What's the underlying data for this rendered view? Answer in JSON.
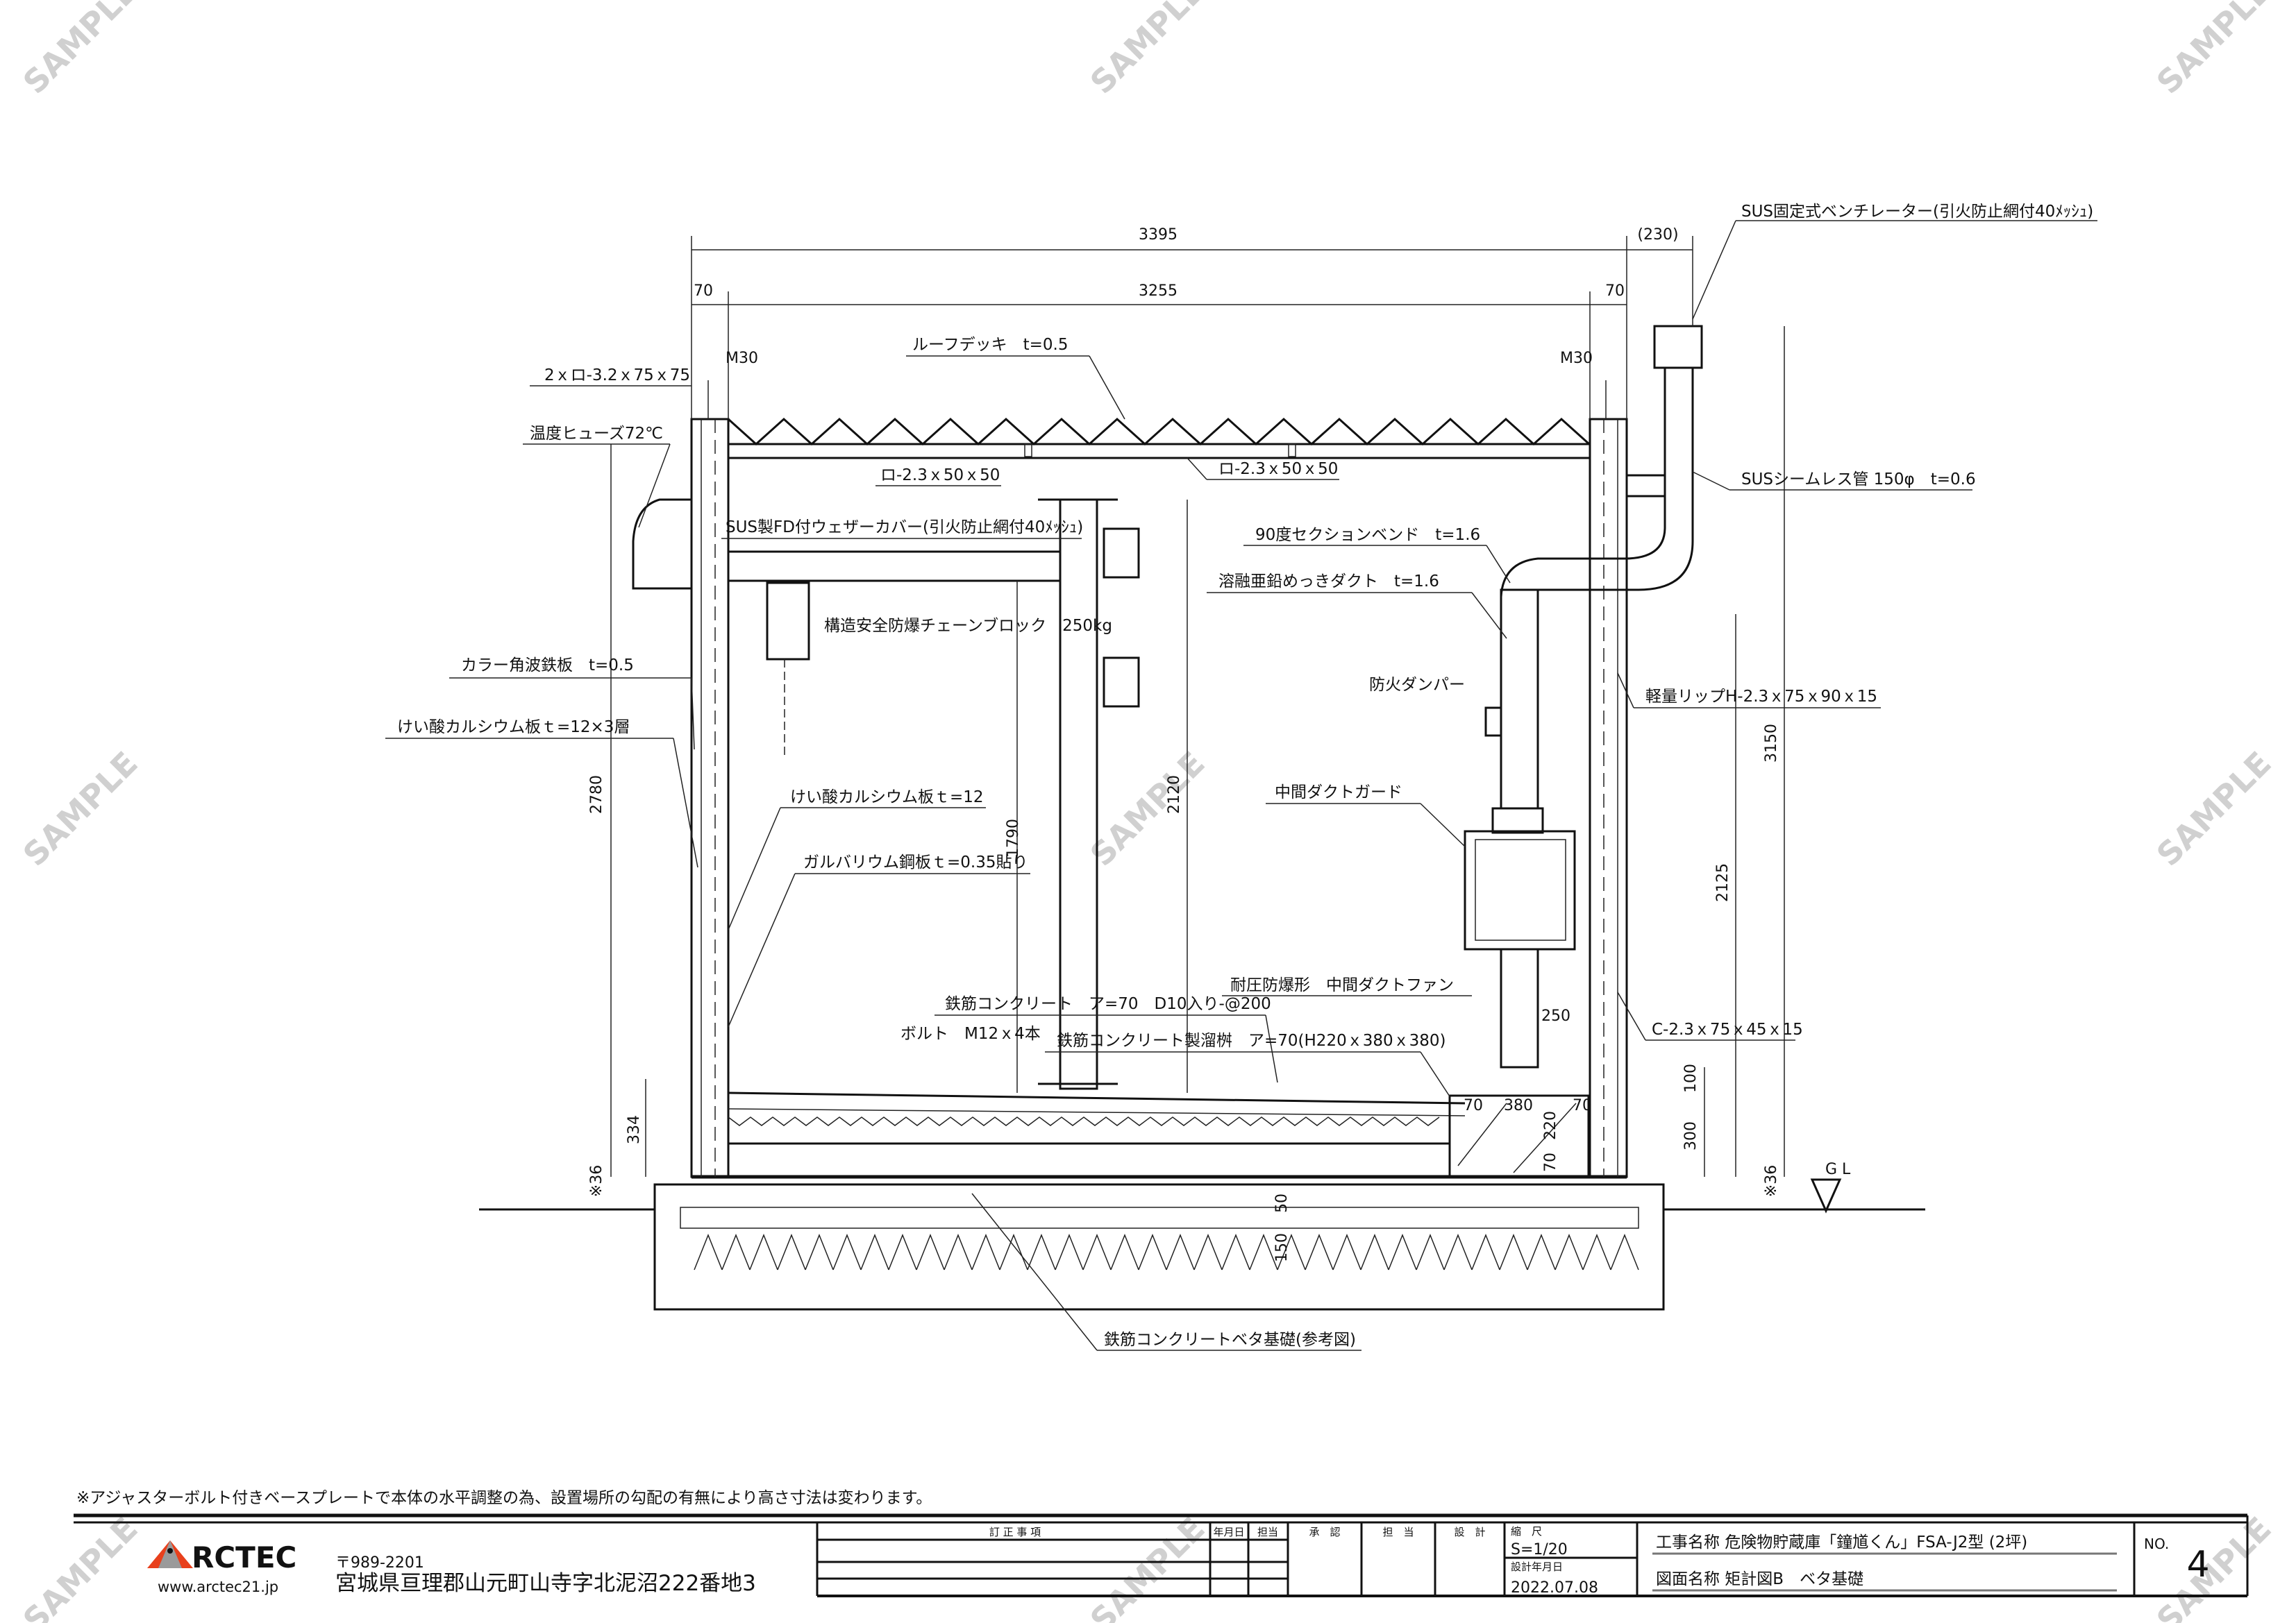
{
  "watermark": "SAMPLE",
  "dimensions": {
    "overall": "3395",
    "inner": "3255",
    "left_wall": "70",
    "right_wall": "70",
    "vent_offset": "(230)",
    "height_2780": "2780",
    "height_1790": "1790",
    "height_2120": "2120",
    "height_3150": "3150",
    "height_2125": "2125",
    "duct_250": "250",
    "pit_100": "100",
    "pit_300": "300",
    "floor_334": "334",
    "pit_70a": "70",
    "pit_380": "380",
    "pit_220": "220",
    "pit_70b": "70",
    "pit_70c": "70",
    "adj_left": "※36",
    "adj_right": "※36",
    "found_50": "50",
    "found_150": "150",
    "gl": "G L"
  },
  "labels": {
    "ventilator": "SUS固定式ベンチレーター(引火防止網付40ﾒｯｼｭ)",
    "m30_left": "M30",
    "m30_right": "M30",
    "column": "2ｘロ-3.2ｘ75ｘ75",
    "roof_deck": "ルーフデッキ　t=0.5",
    "fuse": "温度ヒューズ72℃",
    "purlin_left": "ロ-2.3ｘ50ｘ50",
    "purlin_right": "ロ-2.3ｘ50ｘ50",
    "weather_cover": "SUS製FD付ウェザーカバー(引火防止網付40ﾒｯｼｭ)",
    "chain_block": "構造安全防爆チェーンブロック　250kg",
    "color_steel": "カラー角波鉄板　t=0.5",
    "calcium_3": "けい酸カルシウム板ｔ=12×3層",
    "calcium_12": "けい酸カルシウム板ｔ=12",
    "galvalume": "ガルバリウム鋼板ｔ=0.35貼り",
    "bend": "90度セクションベンド　t=1.6",
    "duct": "溶融亜鉛めっきダクト　t=1.6",
    "seamless_pipe": "SUSシームレス管 150φ　t=0.6",
    "fire_damper": "防火ダンパー",
    "lip_h": "軽量リップH-2.3ｘ75ｘ90ｘ15",
    "duct_guard": "中間ダクトガード",
    "duct_fan": "耐圧防爆形　中間ダクトファン",
    "rc_floor": "鉄筋コンクリート　ア=70　D10入り-@200",
    "c_channel": "C-2.3ｘ75ｘ45ｘ15",
    "bolt": "ボルト　M12ｘ4本",
    "pit": "鉄筋コンクリート製溜桝　ア=70(H220ｘ380ｘ380)",
    "foundation": "鉄筋コンクリートベタ基礎(参考図)"
  },
  "note": "※アジャスターボルト付きベースプレートで本体の水平調整の為、設置場所の勾配の有無により高さ寸法は変わります。",
  "title_block": {
    "logo": "RCTEC",
    "website": "www.arctec21.jp",
    "postal": "〒989-2201",
    "address": "宮城県亘理郡山元町山寺字北泥沼222番地3",
    "revision_header": "訂 正 事 項",
    "date_header": "年月日",
    "person_header": "担当",
    "approve": "承　認",
    "charge": "担　当",
    "design": "設　計",
    "scale_label": "縮　尺",
    "scale": "S=1/20",
    "design_date_label": "設計年月日",
    "design_date": "2022.07.08",
    "project": "工事名称 危険物貯蔵庫「鐘馗くん」FSA-J2型 (2坪)",
    "drawing": "図面名称 矩計図B　ベタ基礎",
    "no_label": "NO.",
    "no": "4"
  },
  "colors": {
    "logo_red": "#e8401c",
    "logo_grey": "#9a9a9a"
  }
}
